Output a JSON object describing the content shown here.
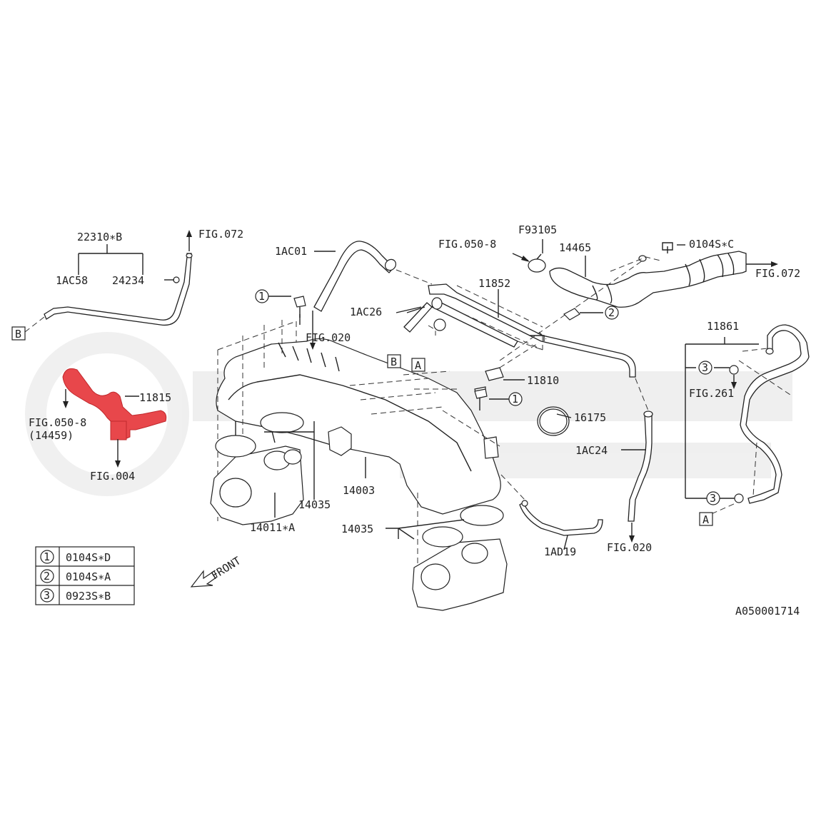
{
  "labels": {
    "l_22310B": "22310∗B",
    "l_fig072_a": "FIG.072",
    "l_1ac58": "1AC58",
    "l_24234": "24234",
    "l_box_b_left": "B",
    "l_1ac01": "1AC01",
    "l_1ac26": "1AC26",
    "l_fig020_a": "FIG.020",
    "l_11852": "11852",
    "l_fig050_8_top": "FIG.050-8",
    "l_f93105": "F93105",
    "l_14465": "14465",
    "l_0104sc": "0104S∗C",
    "l_fig072_b": "FIG.072",
    "l_box_b_mid": "B",
    "l_box_a_mid": "A",
    "l_11810": "11810",
    "l_16175": "16175",
    "l_1ac24": "1AC24",
    "l_fig020_b": "FIG.020",
    "l_1ad19": "1AD19",
    "l_14003": "14003",
    "l_14035_a": "14035",
    "l_14035_b": "14035",
    "l_14011a": "14011∗A",
    "l_11815": "11815",
    "l_fig050_8_left": "FIG.050-8",
    "l_14459": "(14459)",
    "l_fig004": "FIG.004",
    "l_11861": "11861",
    "l_fig261": "FIG.261",
    "l_box_a_right": "A",
    "l_front": "FRONT",
    "l_code": "A050001714",
    "c1_a": "1",
    "c1_b": "1",
    "c2": "2",
    "c3_a": "3",
    "c3_b": "3"
  },
  "legend": [
    {
      "num": "1",
      "code": "0104S∗D"
    },
    {
      "num": "2",
      "code": "0104S∗A"
    },
    {
      "num": "3",
      "code": "0923S∗B"
    }
  ],
  "colors": {
    "highlight": "#e8474b",
    "ink": "#222222"
  }
}
